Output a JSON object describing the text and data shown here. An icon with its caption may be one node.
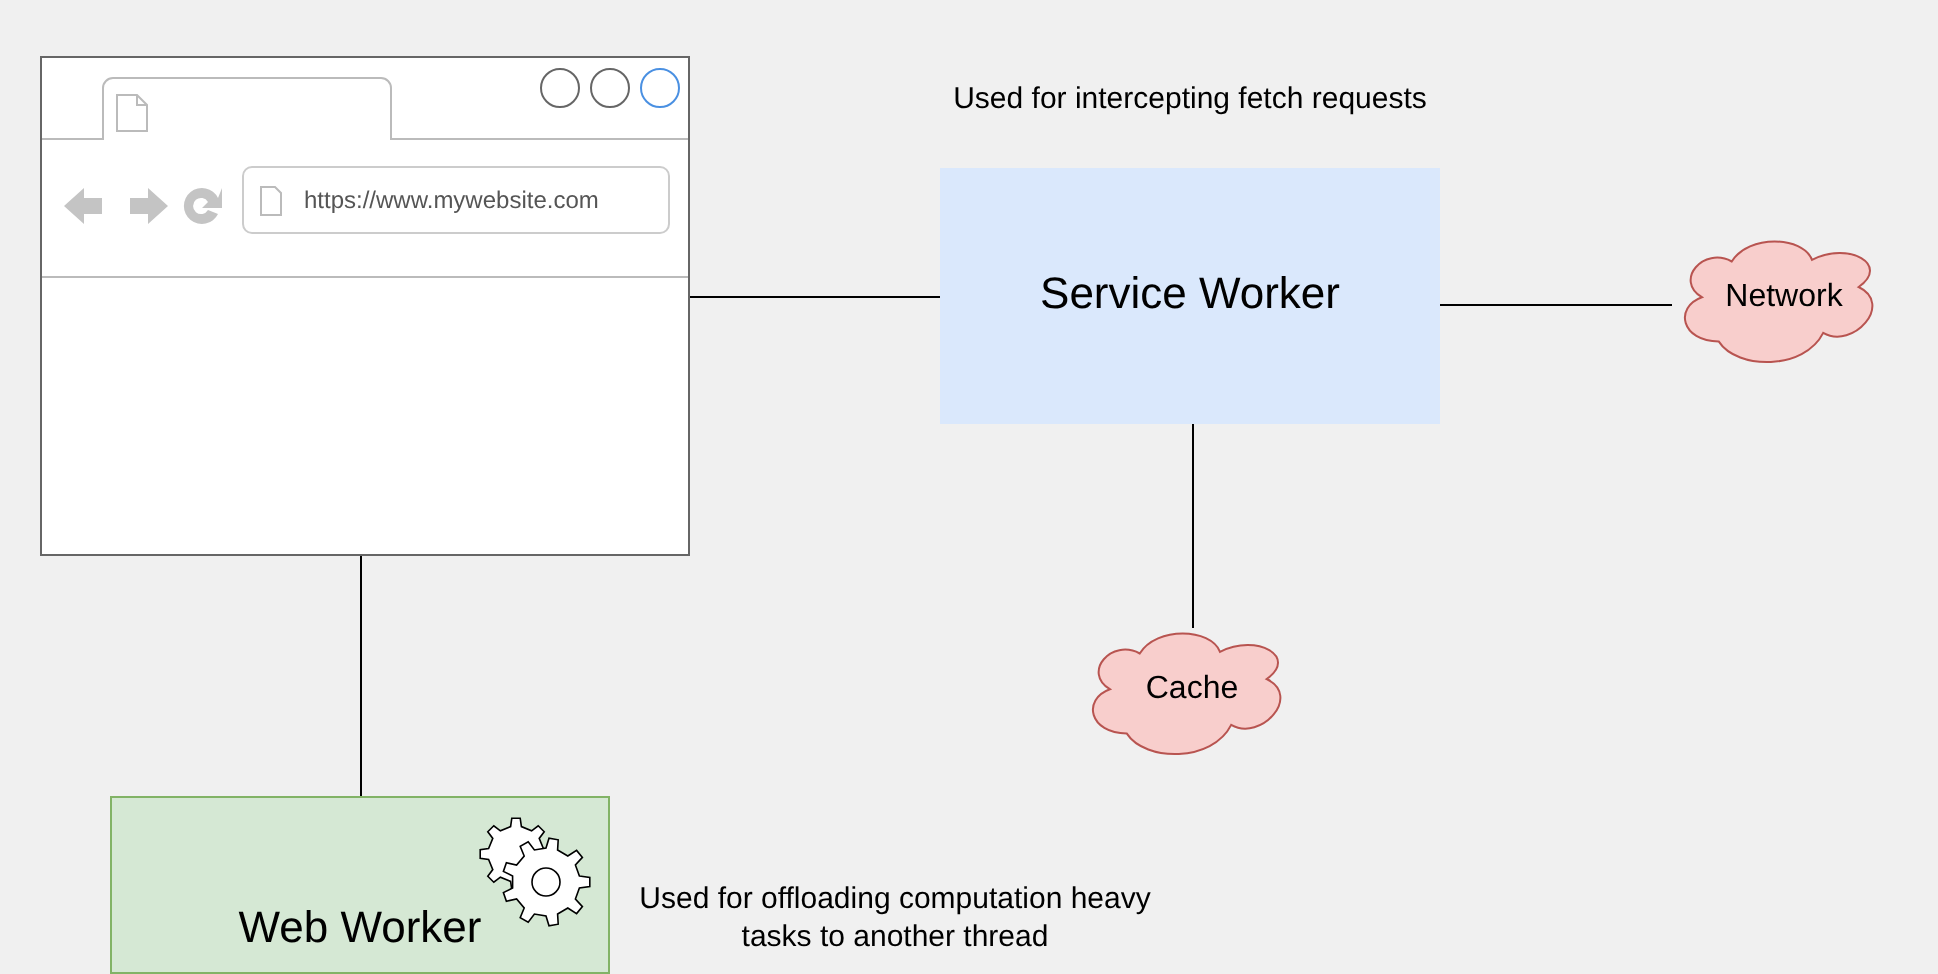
{
  "diagram": {
    "nodes": [
      {
        "text": [
          "https://www.mywebsite.com"
        ]
      },
      {
        "text": [
          "Service Worker"
        ],
        "beside": [
          "Used for intercepting fetch requests"
        ]
      },
      {
        "text": [
          "Network"
        ]
      },
      {
        "text": [
          "Cache"
        ]
      },
      {
        "text": [
          "Web Worker"
        ],
        "beside": [
          "Used for offloading computation heavy tasks to another thread"
        ]
      }
    ],
    "edges": [
      {
        "from": 0,
        "to": 1,
        "arrow": "none"
      },
      {
        "from": 1,
        "to": 2,
        "arrow": "none"
      },
      {
        "from": 1,
        "to": 3,
        "arrow": "none"
      },
      {
        "from": 0,
        "to": 4,
        "arrow": "none"
      }
    ]
  }
}
